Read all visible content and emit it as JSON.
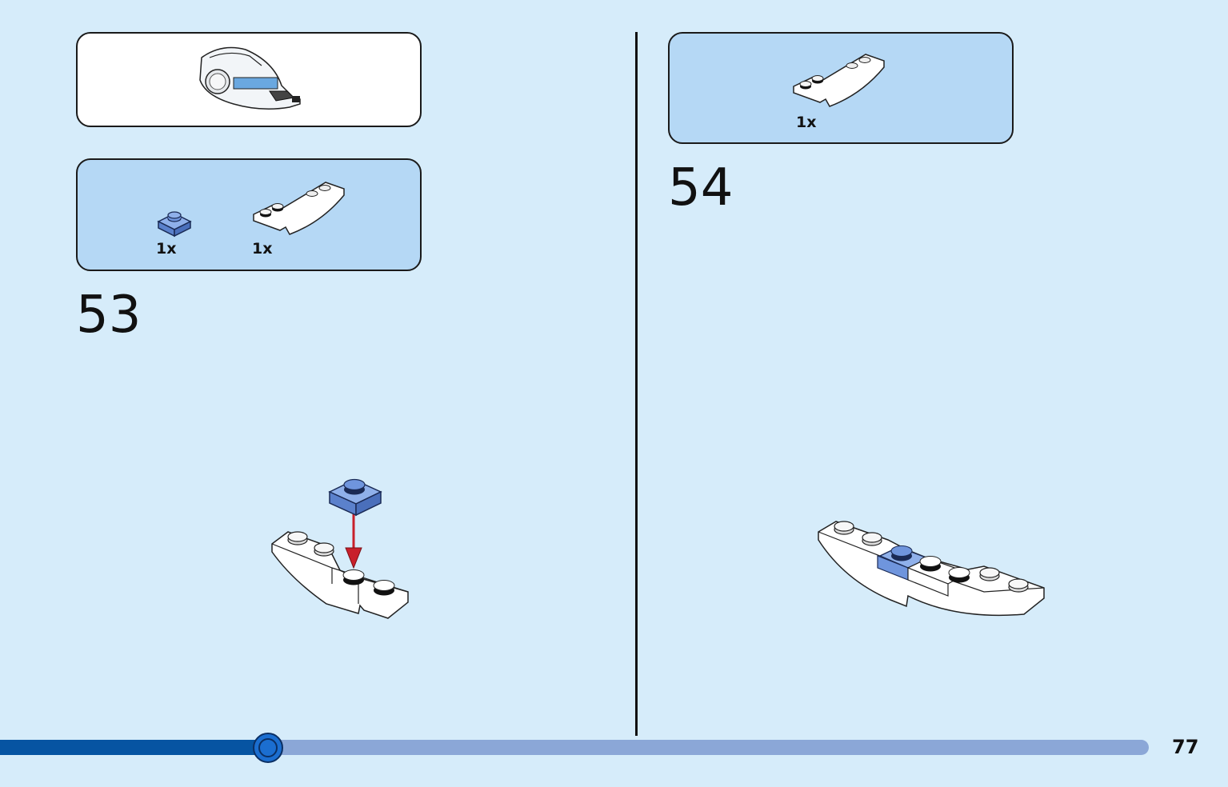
{
  "left_page": {
    "parts_list": [
      {
        "quantity": "1x",
        "icon": "blue-plate-1x1-icon"
      },
      {
        "quantity": "1x",
        "icon": "white-curved-slope-icon"
      }
    ],
    "step_number": "53"
  },
  "right_page": {
    "parts_list": [
      {
        "quantity": "1x",
        "icon": "white-curved-slope-icon"
      }
    ],
    "step_number": "54"
  },
  "footer": {
    "page_number": "77",
    "progress_fraction": 0.233
  },
  "colors": {
    "background": "#d6ecfa",
    "parts_panel": "#b5d8f5",
    "brick_blue": "#6f95dd",
    "progress_fill": "#0654a2",
    "progress_track": "#8ba7d7",
    "arrow": "#c8202b"
  }
}
